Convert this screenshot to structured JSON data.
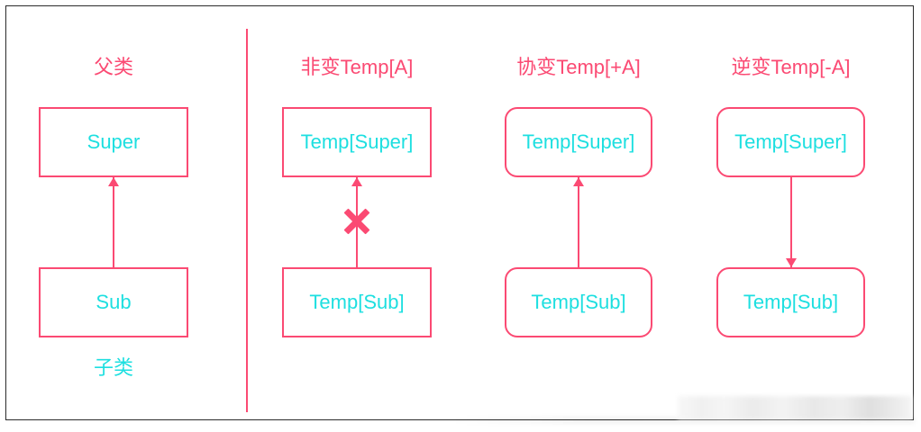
{
  "diagram": {
    "title_row_label": "variance-diagram",
    "colors": {
      "accent_pink": "#fb4a73",
      "accent_cyan": "#1ddfe0",
      "frame_border": "#2b2b2b",
      "background": "#ffffff"
    },
    "columns": [
      {
        "id": "inheritance",
        "heading": "父类",
        "heading_color": "#fb4a73",
        "top_node": "Super",
        "bottom_node": "Sub",
        "caption": "子类",
        "caption_color": "#1ddfe0",
        "shape": "square",
        "arrow_direction": "up",
        "blocked": false
      },
      {
        "id": "invariant",
        "heading": "非变Temp[A]",
        "heading_color": "#fb4a73",
        "top_node": "Temp[Super]",
        "bottom_node": "Temp[Sub]",
        "caption": "",
        "shape": "square",
        "arrow_direction": "up",
        "blocked": true,
        "blocked_marker": "x-mark"
      },
      {
        "id": "covariant",
        "heading": "协变Temp[+A]",
        "heading_color": "#fb4a73",
        "top_node": "Temp[Super]",
        "bottom_node": "Temp[Sub]",
        "caption": "",
        "shape": "rounded",
        "arrow_direction": "up",
        "blocked": false
      },
      {
        "id": "contravariant",
        "heading": "逆变Temp[-A]",
        "heading_color": "#fb4a73",
        "top_node": "Temp[Super]",
        "bottom_node": "Temp[Sub]",
        "caption": "",
        "shape": "rounded",
        "arrow_direction": "down",
        "blocked": false
      }
    ]
  }
}
